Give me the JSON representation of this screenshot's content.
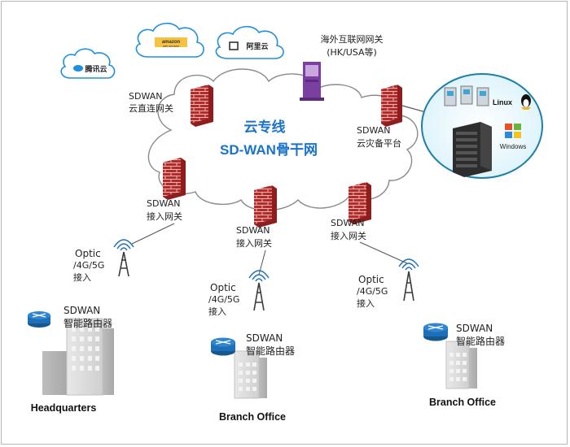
{
  "cloud_title": {
    "line1": "云专线",
    "line2": "SD-WAN骨干网"
  },
  "cloud_providers": {
    "tencent": "腾讯云",
    "amazon": "amazon",
    "amazon_sub": "web services",
    "aliyun": "阿里云"
  },
  "gateways": {
    "cloud_connect": {
      "line1": "SDWAN",
      "line2": "云直连网关"
    },
    "disaster_recovery": {
      "line1": "SDWAN",
      "line2": "云灾备平台"
    },
    "access_left": {
      "line1": "SDWAN",
      "line2": "接入网关"
    },
    "access_mid": {
      "line1": "SDWAN",
      "line2": "接入网关"
    },
    "access_right": {
      "line1": "SDWAN",
      "line2": "接入网关"
    }
  },
  "overseas_gateway": {
    "line1": "海外互联网网关",
    "line2": "(HK/USA等)"
  },
  "platform_logos": {
    "linux": "Linux",
    "windows": "Windows"
  },
  "links": [
    {
      "line1": "Optic",
      "line2": "/4G/5G",
      "line3": "接入"
    },
    {
      "line1": "Optic",
      "line2": "/4G/5G",
      "line3": "接入"
    },
    {
      "line1": "Optic",
      "line2": "/4G/5G",
      "line3": "接入"
    }
  ],
  "routers": [
    {
      "line1": "SDWAN",
      "line2": "智能路由器"
    },
    {
      "line1": "SDWAN",
      "line2": "智能路由器"
    },
    {
      "line1": "SDWAN",
      "line2": "智能路由器"
    }
  ],
  "sites": {
    "headquarters": "Headquarters",
    "branch_mid": "Branch Office",
    "branch_right": "Branch Office"
  },
  "colors": {
    "firewall": "#b52a2a",
    "firewall_dark": "#8e1d1d",
    "cloud_stroke": "#8a8a8a",
    "title_blue": "#1a73c9",
    "provider_blue": "#1f8fe0",
    "router_blue": "#1e6fb8",
    "building": "#d9d9d9"
  }
}
